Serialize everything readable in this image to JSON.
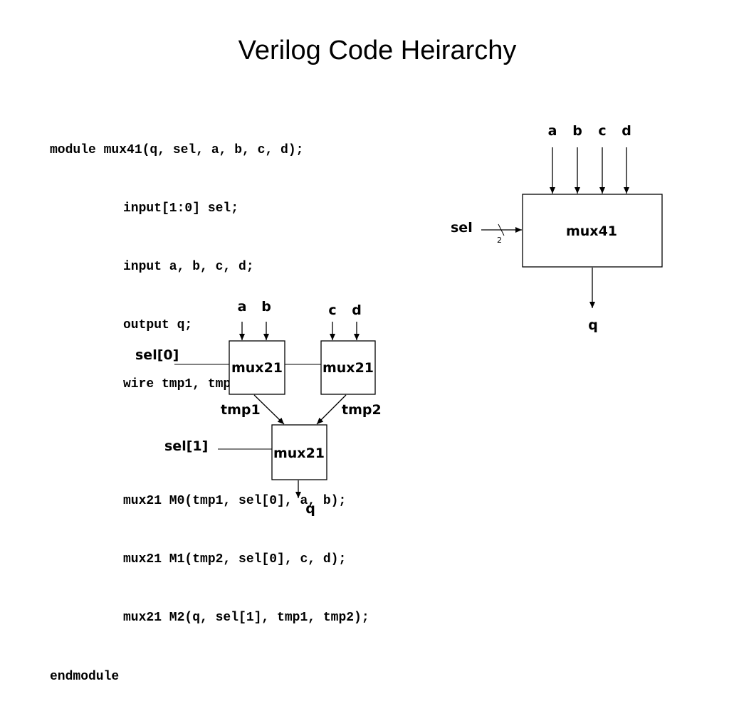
{
  "slide": {
    "title": "Verilog Code Heirarchy"
  },
  "code": {
    "lines": [
      "module mux41(q, sel, a, b, c, d);",
      "input[1:0] sel;",
      "input a, b, c, d;",
      "output q;",
      "wire tmp1, tmp2;",
      "",
      "mux21 M0(tmp1, sel[0], a, b);",
      "mux21 M1(tmp2, sel[0], c, d);",
      "mux21 M2(q, sel[1], tmp1, tmp2);",
      "endmodule"
    ]
  },
  "diagram_top": {
    "inputs": [
      "a",
      "b",
      "c",
      "d"
    ],
    "sel_label": "sel",
    "bus_width": "2",
    "block_label": "mux41",
    "output_label": "q"
  },
  "diagram_bottom": {
    "m0": {
      "inputs": [
        "a",
        "b"
      ],
      "label": "mux21",
      "output": "tmp1"
    },
    "m1": {
      "inputs": [
        "c",
        "d"
      ],
      "label": "mux21",
      "output": "tmp2"
    },
    "m2": {
      "label": "mux21",
      "output": "q"
    },
    "sel0_label": "sel[0]",
    "sel1_label": "sel[1]"
  }
}
